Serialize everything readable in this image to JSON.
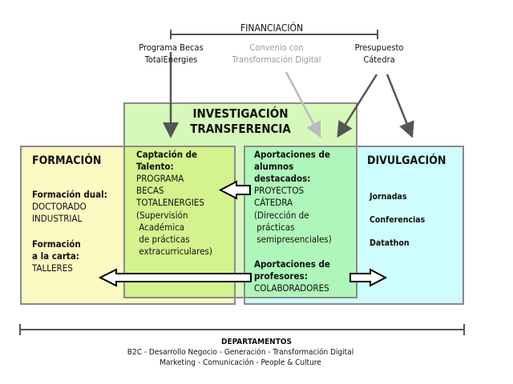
{
  "financing": {
    "title": "FINANCIACIÓN",
    "sources": [
      "Programa Becas\nTotalEnergies",
      "Convenio con\nTransformación Digital",
      "Presupuesto\nCátedra"
    ]
  },
  "investigacion": {
    "title": "INVESTIGACIÓN\nTRANSFERENCIA",
    "captacion_label": "Captación de\nTalento:",
    "captacion_value": "PROGRAMA\nBECAS\nTOTALENERGIES",
    "captacion_note": "(Supervisión\n Académica\n de prácticas\n extracurriculares)",
    "alumnos_label": "Aportaciones de\nalumnos\ndestacados:",
    "alumnos_value": "PROYECTOS\nCÁTEDRA",
    "alumnos_note": "(Dirección de\n prácticas\n semipresenciales)",
    "profesores_label": "Aportaciones de\nprofesores:",
    "profesores_value": "COLABORADORES"
  },
  "formacion": {
    "title": "FORMACIÓN",
    "dual_label": "Formación dual:",
    "dual_value": "DOCTORADO\nINDUSTRIAL",
    "carta_label": "Formación\na la carta:",
    "carta_value": "TALLERES"
  },
  "divulgacion": {
    "title": "DIVULGACIÓN",
    "items": [
      "Jornadas",
      "Conferencias",
      "Datathon"
    ]
  },
  "departamentos": {
    "title": "DEPARTAMENTOS",
    "line1": "B2C - Desarrollo Negocio - Generación - Transformación Digital",
    "line2": "Marketing - Comunicación - People & Culture"
  }
}
